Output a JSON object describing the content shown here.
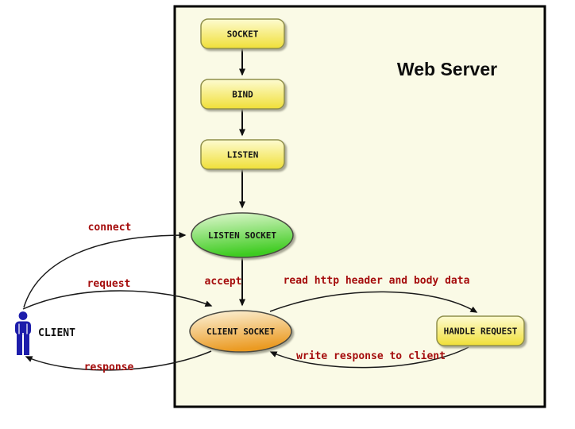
{
  "diagram": {
    "title": "Web Server",
    "client": {
      "label": "CLIENT"
    },
    "nodes": {
      "socket": {
        "label": "SOCKET",
        "shape": "rounded-rect"
      },
      "bind": {
        "label": "BIND",
        "shape": "rounded-rect"
      },
      "listen": {
        "label": "LISTEN",
        "shape": "rounded-rect"
      },
      "listen_socket": {
        "label": "LISTEN SOCKET",
        "shape": "ellipse"
      },
      "client_socket": {
        "label": "CLIENT SOCKET",
        "shape": "ellipse"
      },
      "handle_request": {
        "label": "HANDLE REQUEST",
        "shape": "rounded-rect"
      }
    },
    "edges": {
      "socket_to_bind": {
        "from": "socket",
        "to": "bind",
        "label": ""
      },
      "bind_to_listen": {
        "from": "bind",
        "to": "listen",
        "label": ""
      },
      "listen_to_listen_socket": {
        "from": "listen",
        "to": "listen_socket",
        "label": ""
      },
      "accept": {
        "from": "listen_socket",
        "to": "client_socket",
        "label": "accept"
      },
      "connect": {
        "from": "client",
        "to": "listen_socket",
        "label": "connect"
      },
      "request": {
        "from": "client",
        "to": "client_socket",
        "label": "request"
      },
      "response": {
        "from": "client_socket",
        "to": "client",
        "label": "response"
      },
      "read": {
        "from": "client_socket",
        "to": "handle_request",
        "label": "read http header and body data"
      },
      "write": {
        "from": "handle_request",
        "to": "client_socket",
        "label": "write response to client"
      }
    },
    "colors": {
      "edge_label": "#a50d0d",
      "server_bg": "#fafae6",
      "server_border": "#000000",
      "box_yellow_top": "#fdfbd0",
      "box_yellow_bottom": "#f0df38",
      "box_border": "#8f8f4b",
      "ellipse_green_top": "#e2f8d2",
      "ellipse_green_bottom": "#3ecb20",
      "ellipse_orange_top": "#fcf4dd",
      "ellipse_orange_bottom": "#eb9b24",
      "ellipse_border": "#4a4a42",
      "arrow": "#111111",
      "client_blue": "#1d1dab"
    }
  }
}
